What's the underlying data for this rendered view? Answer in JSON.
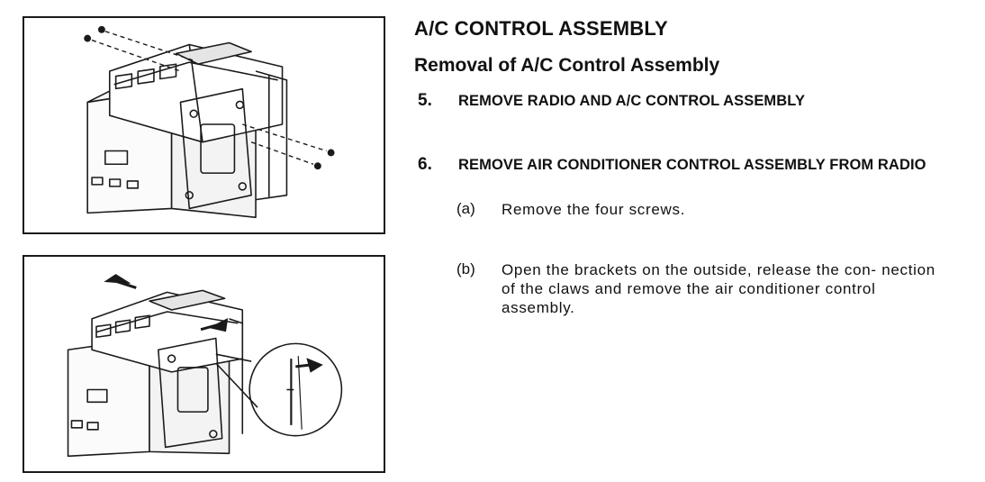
{
  "header": {
    "title": "A/C CONTROL ASSEMBLY",
    "subtitle": "Removal of A/C Control Assembly"
  },
  "steps": [
    {
      "number": "5.",
      "text": "REMOVE RADIO AND A/C CONTROL ASSEMBLY",
      "substeps": []
    },
    {
      "number": "6.",
      "text": "REMOVE AIR CONDITIONER CONTROL ASSEMBLY FROM RADIO",
      "substeps": [
        {
          "label": "(a)",
          "text": "Remove the four screws."
        },
        {
          "label": "(b)",
          "text": "Open the brackets on the outside, release the con- nection of the claws and remove the air conditioner control assembly."
        }
      ]
    }
  ],
  "figures": [
    {
      "id": "fig1",
      "content": "radio-assembly-screws-illustration"
    },
    {
      "id": "fig2",
      "content": "radio-assembly-brackets-claws-illustration"
    }
  ],
  "colors": {
    "ink": "#111111",
    "background": "#ffffff"
  }
}
